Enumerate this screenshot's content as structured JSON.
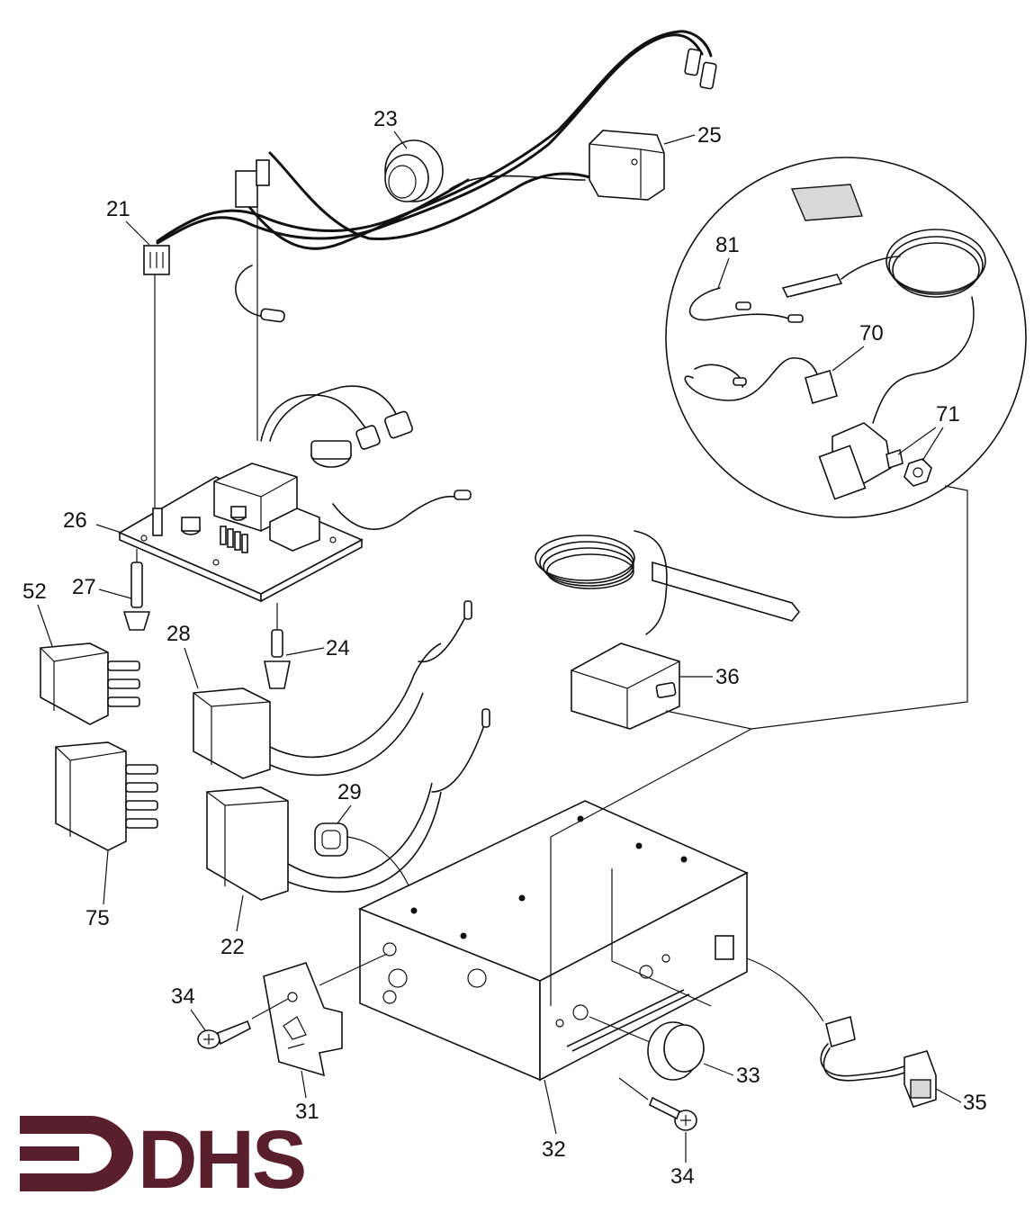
{
  "brand": {
    "logo_text": "DHS",
    "color": "#5a1f2c"
  },
  "colors": {
    "line": "#111111",
    "background": "#ffffff"
  },
  "callouts": {
    "c21": "21",
    "c22": "22",
    "c23": "23",
    "c24": "24",
    "c25": "25",
    "c26": "26",
    "c27": "27",
    "c28": "28",
    "c29": "29",
    "c31": "31",
    "c32": "32",
    "c33": "33",
    "c34a": "34",
    "c34b": "34",
    "c35": "35",
    "c36": "36",
    "c52": "52",
    "c70": "70",
    "c71": "71",
    "c75": "75",
    "c81": "81"
  }
}
